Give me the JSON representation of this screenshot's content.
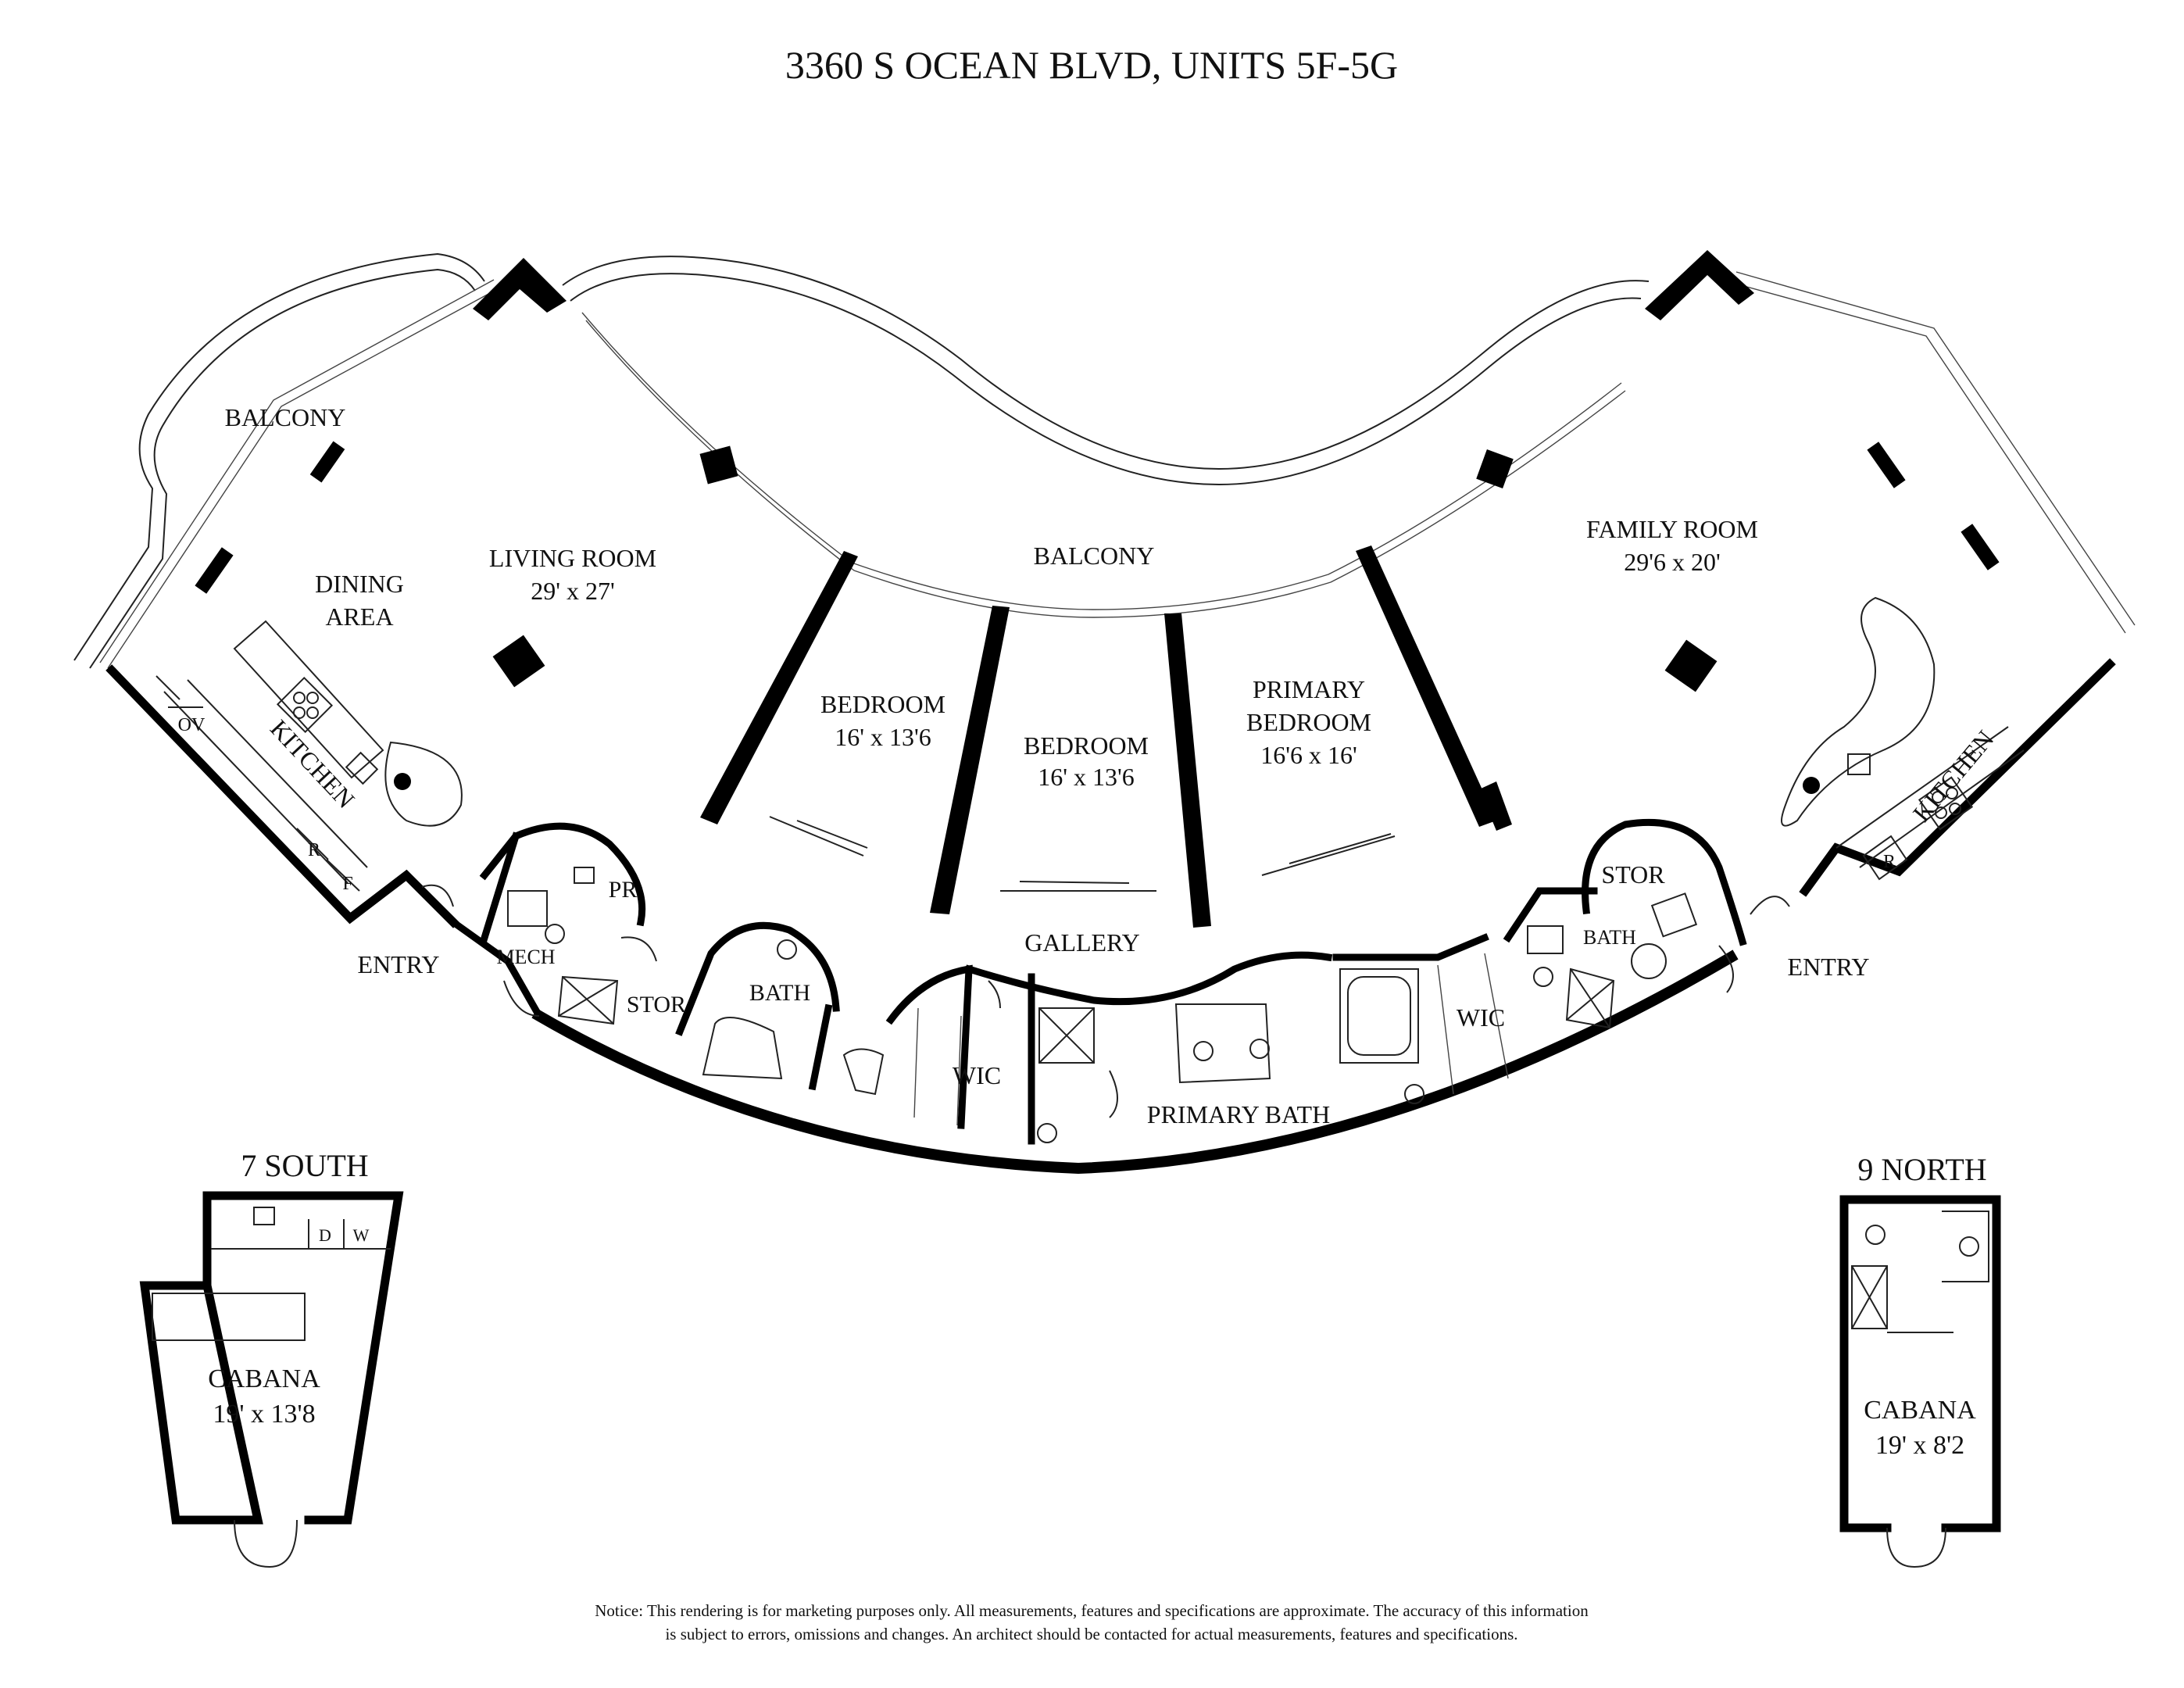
{
  "title": "3360 S OCEAN BLVD, UNITS 5F-5G",
  "rooms": {
    "balcony_left": "BALCONY",
    "balcony_center": "BALCONY",
    "dining_line1": "DINING",
    "dining_line2": "AREA",
    "living_name": "LIVING ROOM",
    "living_size": "29' x 27'",
    "kitchen_left": "KITCHEN",
    "kitchen_right": "KITCHEN",
    "ov": "OV",
    "r_left": "R",
    "f_left": "F",
    "r_right": "R",
    "bedroom1_name": "BEDROOM",
    "bedroom1_size": "16' x 13'6",
    "bedroom2_name": "BEDROOM",
    "bedroom2_size": "16' x 13'6",
    "primary_line1": "PRIMARY",
    "primary_line2": "BEDROOM",
    "primary_size": "16'6 x 16'",
    "family_name": "FAMILY ROOM",
    "family_size": "29'6 x 20'",
    "entry_left": "ENTRY",
    "entry_right": "ENTRY",
    "mech": "MECH",
    "pr": "PR",
    "stor_left": "STOR",
    "bath_left": "BATH",
    "gallery": "GALLERY",
    "wic_left": "WIC",
    "primary_bath": "PRIMARY BATH",
    "wic_right": "WIC",
    "bath_right": "BATH",
    "stor_right": "STOR"
  },
  "cabana_south": {
    "heading": "7 SOUTH",
    "name": "CABANA",
    "size": "19' x 13'8",
    "d": "D",
    "w": "W"
  },
  "cabana_north": {
    "heading": "9 NORTH",
    "name": "CABANA",
    "size": "19' x 8'2"
  },
  "notice_line1": "Notice: This rendering is for marketing purposes only. All measurements, features and specifications are approximate. The accuracy of this information",
  "notice_line2": "is subject to errors, omissions and changes. An architect should be contacted for actual measurements, features and specifications."
}
